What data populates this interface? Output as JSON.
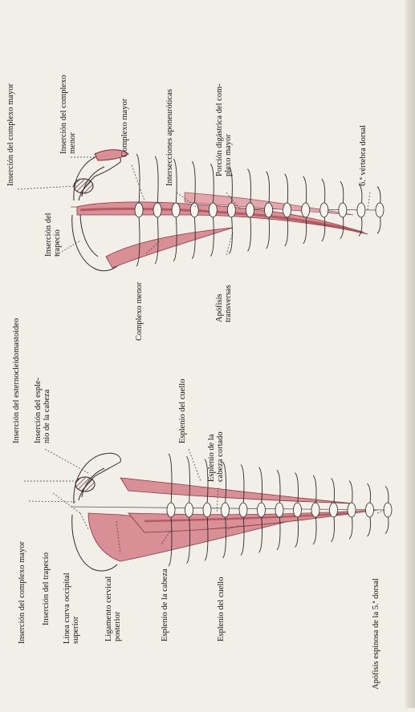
{
  "figure": {
    "colors": {
      "paper": "#f2efe8",
      "muscle": "#d98f96",
      "muscle_dark": "#a6434e",
      "bone_outline": "#2a2a2a",
      "leader": "#3a3a3a"
    },
    "bottom_figure": {
      "labels": {
        "insercion_esternocleido": "Inserción del esternocleidomastoideo",
        "insercion_esplenio_cabeza": "Inserción del esple-\nnio de la cabeza",
        "esplenio_cuello_top": "Esplenio del cuello",
        "esplenio_cabeza_cortado": "Esplenio de la\ncabeza cortado",
        "insercion_complexo_mayor": "Inserción del complexo mayor",
        "insercion_trapecio": "Inserción del trapecio",
        "linea_curva": "Línea curva occipital\nsuperior",
        "ligamento_cervical": "Ligamento cervical\nposterior",
        "esplenio_cabeza": "Esplenio de la cabeza",
        "esplenio_cuello": "Esplenio del cuello",
        "apofisis_espinosa": "Apófisis espinosa de la 5.ª dorsal"
      }
    },
    "top_figure": {
      "labels": {
        "insercion_complexo_mayor": "Inserción del complexo mayor",
        "insercion_complexo_menor": "Inserción del complexo\nmenor",
        "complexo_mayor": "Complexo mayor",
        "intersecciones": "Intersecciones aponeuróticas",
        "porcion_digastrica": "Porción digástrica del com-\nplexo mayor",
        "sexta_vertebra": "6.ª vértebra dorsal",
        "insercion_trapecio": "Inserción del\ntrapecio",
        "complexo_menor": "Complexo menor",
        "apofisis_transversas": "Apófisis\ntransversas"
      }
    }
  }
}
